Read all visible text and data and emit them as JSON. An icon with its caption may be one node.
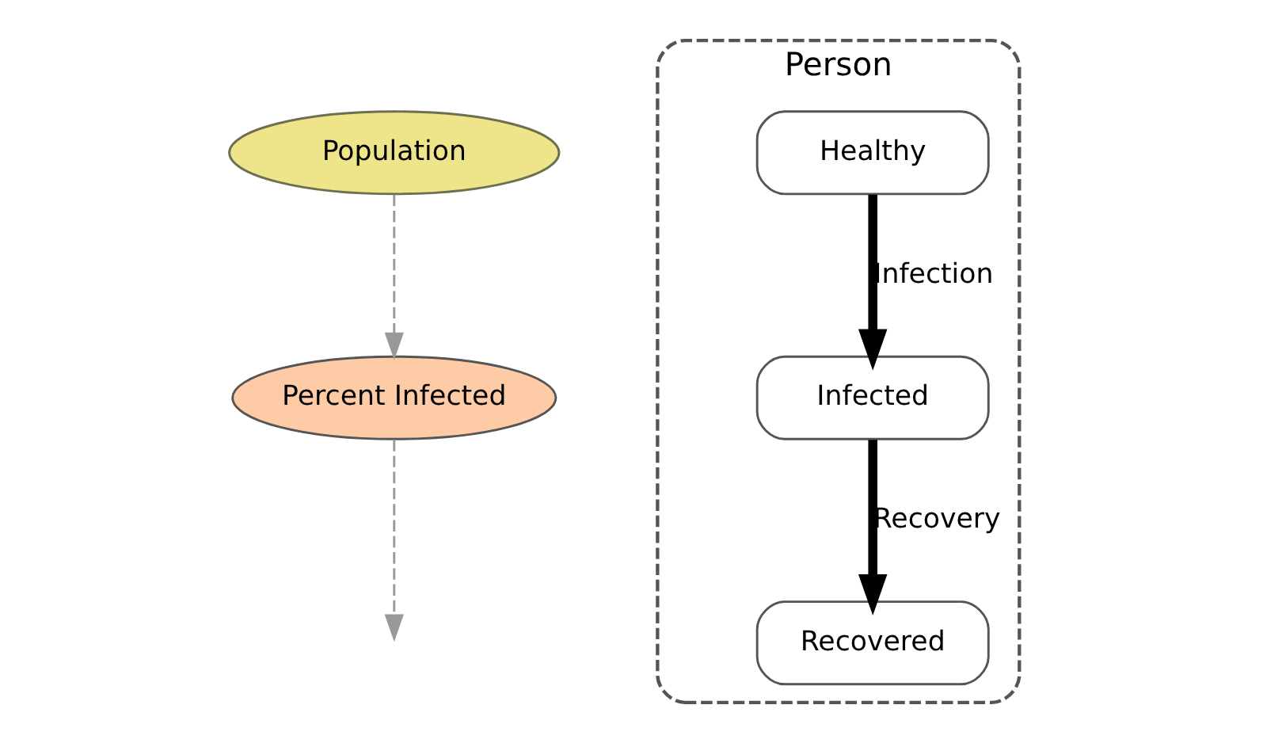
{
  "diagram": {
    "nodes": [
      {
        "text": [
          "Population"
        ]
      },
      {
        "text": [
          "Percent Infected"
        ]
      },
      {
        "text": [
          "Person"
        ]
      },
      {
        "text": [
          "Healthy"
        ],
        "in": 2
      },
      {
        "text": [
          "Infected"
        ],
        "in": 2
      },
      {
        "text": [
          "Recovered"
        ],
        "in": 2
      }
    ],
    "edges": [
      {
        "from": 0,
        "to": 1,
        "arrow": "to",
        "style": "dashed",
        "color": "#999999"
      },
      {
        "from": 1,
        "to": null,
        "arrow": "to",
        "style": "dashed",
        "color": "#999999"
      },
      {
        "from": 3,
        "to": 4,
        "arrow": "to",
        "label": "Infection",
        "style": "thick",
        "color": "#000000"
      },
      {
        "from": 4,
        "to": 5,
        "arrow": "to",
        "label": "Recovery",
        "style": "thick",
        "color": "#000000"
      }
    ]
  }
}
